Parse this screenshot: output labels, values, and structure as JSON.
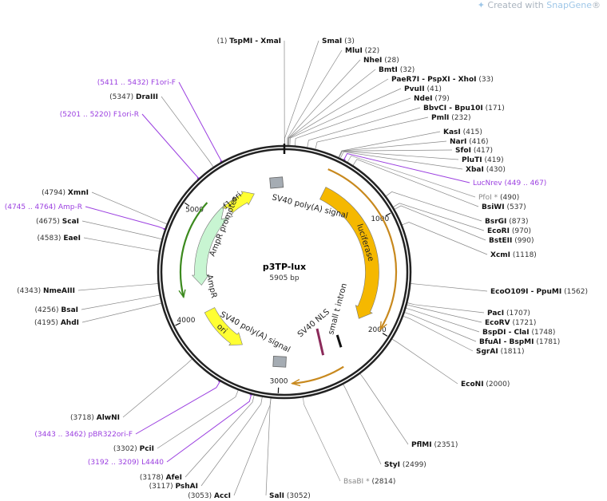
{
  "credit": {
    "prefix": "Created with ",
    "brand": "SnapGene",
    "reg": "®",
    "icon": "snapgene-logo-icon"
  },
  "plasmid": {
    "name": "p3TP-lux",
    "size_label": "5905 bp",
    "length_bp": 5905
  },
  "ticks": [
    "1000",
    "2000",
    "3000",
    "4000",
    "5000"
  ],
  "colors": {
    "primer": "#9b3fe0",
    "luciferase": "#f5b800",
    "ori": "#ffff33",
    "ampr": "#c8f5d2",
    "polyA": "#a5acb3",
    "nls": "#8b2a5a",
    "orange_arc": "#c8891e",
    "green_arc": "#3c8a1e"
  },
  "sites": [
    {
      "name": "TspMI  -  XmaI",
      "pos": "(1)",
      "bp": 1,
      "kind": "enzyme"
    },
    {
      "name": "SmaI",
      "pos": "(3)",
      "bp": 3,
      "kind": "enzyme"
    },
    {
      "name": "MluI",
      "pos": "(22)",
      "bp": 22,
      "kind": "enzyme"
    },
    {
      "name": "NheI",
      "pos": "(28)",
      "bp": 28,
      "kind": "enzyme"
    },
    {
      "name": "BmtI",
      "pos": "(32)",
      "bp": 32,
      "kind": "enzyme"
    },
    {
      "name": "PaeR7I  -  PspXI  -  XhoI",
      "pos": "(33)",
      "bp": 33,
      "kind": "enzyme"
    },
    {
      "name": "PvuII",
      "pos": "(41)",
      "bp": 41,
      "kind": "enzyme"
    },
    {
      "name": "NdeI",
      "pos": "(79)",
      "bp": 79,
      "kind": "enzyme"
    },
    {
      "name": "BbvCI  -  Bpu10I",
      "pos": "(171)",
      "bp": 171,
      "kind": "enzyme"
    },
    {
      "name": "PmlI",
      "pos": "(232)",
      "bp": 232,
      "kind": "enzyme"
    },
    {
      "name": "KasI",
      "pos": "(415)",
      "bp": 415,
      "kind": "enzyme"
    },
    {
      "name": "NarI",
      "pos": "(416)",
      "bp": 416,
      "kind": "enzyme"
    },
    {
      "name": "SfoI",
      "pos": "(417)",
      "bp": 417,
      "kind": "enzyme"
    },
    {
      "name": "PluTI",
      "pos": "(419)",
      "bp": 419,
      "kind": "enzyme"
    },
    {
      "name": "XbaI",
      "pos": "(430)",
      "bp": 430,
      "kind": "enzyme"
    },
    {
      "name": "LucNrev",
      "pos": "(449 .. 467)",
      "bp": 458,
      "kind": "primer"
    },
    {
      "name": "PfoI *",
      "pos": "(490)",
      "bp": 490,
      "kind": "nonunique"
    },
    {
      "name": "BsiWI",
      "pos": "(537)",
      "bp": 537,
      "kind": "enzyme"
    },
    {
      "name": "BsrGI",
      "pos": "(873)",
      "bp": 873,
      "kind": "enzyme"
    },
    {
      "name": "EcoRI",
      "pos": "(970)",
      "bp": 970,
      "kind": "enzyme"
    },
    {
      "name": "BstEII",
      "pos": "(990)",
      "bp": 990,
      "kind": "enzyme"
    },
    {
      "name": "XcmI",
      "pos": "(1118)",
      "bp": 1118,
      "kind": "enzyme"
    },
    {
      "name": "EcoO109I  -  PpuMI",
      "pos": "(1562)",
      "bp": 1562,
      "kind": "enzyme"
    },
    {
      "name": "PacI",
      "pos": "(1707)",
      "bp": 1707,
      "kind": "enzyme"
    },
    {
      "name": "EcoRV",
      "pos": "(1721)",
      "bp": 1721,
      "kind": "enzyme"
    },
    {
      "name": "BspDI  -  ClaI",
      "pos": "(1748)",
      "bp": 1748,
      "kind": "enzyme"
    },
    {
      "name": "BfuAI  -  BspMI",
      "pos": "(1781)",
      "bp": 1781,
      "kind": "enzyme"
    },
    {
      "name": "SgrAI",
      "pos": "(1811)",
      "bp": 1811,
      "kind": "enzyme"
    },
    {
      "name": "EcoNI",
      "pos": "(2000)",
      "bp": 2000,
      "kind": "enzyme"
    },
    {
      "name": "PflMI",
      "pos": "(2351)",
      "bp": 2351,
      "kind": "enzyme"
    },
    {
      "name": "StyI",
      "pos": "(2499)",
      "bp": 2499,
      "kind": "enzyme"
    },
    {
      "name": "BsaBI *",
      "pos": "(2814)",
      "bp": 2814,
      "kind": "nonunique"
    },
    {
      "name": "SalI",
      "pos": "(3052)",
      "bp": 3052,
      "kind": "enzyme"
    },
    {
      "name": "AccI",
      "pos": "(3053)",
      "bp": 3053,
      "kind": "enzyme"
    },
    {
      "name": "PshAI",
      "pos": "(3117)",
      "bp": 3117,
      "kind": "enzyme"
    },
    {
      "name": "AfeI",
      "pos": "(3178)",
      "bp": 3178,
      "kind": "enzyme"
    },
    {
      "name": "L4440",
      "pos": "(3192 .. 3209)",
      "bp": 3200,
      "kind": "primer"
    },
    {
      "name": "PciI",
      "pos": "(3302)",
      "bp": 3302,
      "kind": "enzyme"
    },
    {
      "name": "pBR322ori-F",
      "pos": "(3443 .. 3462)",
      "bp": 3452,
      "kind": "primer"
    },
    {
      "name": "AlwNI",
      "pos": "(3718)",
      "bp": 3718,
      "kind": "enzyme"
    },
    {
      "name": "AhdI",
      "pos": "(4195)",
      "bp": 4195,
      "kind": "enzyme"
    },
    {
      "name": "BsaI",
      "pos": "(4256)",
      "bp": 4256,
      "kind": "enzyme"
    },
    {
      "name": "NmeAIII",
      "pos": "(4343)",
      "bp": 4343,
      "kind": "enzyme"
    },
    {
      "name": "EaeI",
      "pos": "(4583)",
      "bp": 4583,
      "kind": "enzyme"
    },
    {
      "name": "ScaI",
      "pos": "(4675)",
      "bp": 4675,
      "kind": "enzyme"
    },
    {
      "name": "Amp-R",
      "pos": "(4745 .. 4764)",
      "bp": 4754,
      "kind": "primer"
    },
    {
      "name": "XmnI",
      "pos": "(4794)",
      "bp": 4794,
      "kind": "enzyme"
    },
    {
      "name": "F1ori-R",
      "pos": "(5201 .. 5220)",
      "bp": 5210,
      "kind": "primer"
    },
    {
      "name": "DraIII",
      "pos": "(5347)",
      "bp": 5347,
      "kind": "enzyme"
    },
    {
      "name": "F1ori-F",
      "pos": "(5411 .. 5432)",
      "bp": 5421,
      "kind": "primer"
    }
  ],
  "features": {
    "polyA_top": "SV40 poly(A) signal",
    "luciferase": "luciferase",
    "small_t": "small t intron",
    "nls": "SV40 NLS",
    "polyA_bottom": "SV40 poly(A) signal",
    "ori": "ori",
    "ampr": "AmpR",
    "ampr_promoter": "AmpR promoter",
    "f1ori": "f1 ori"
  }
}
